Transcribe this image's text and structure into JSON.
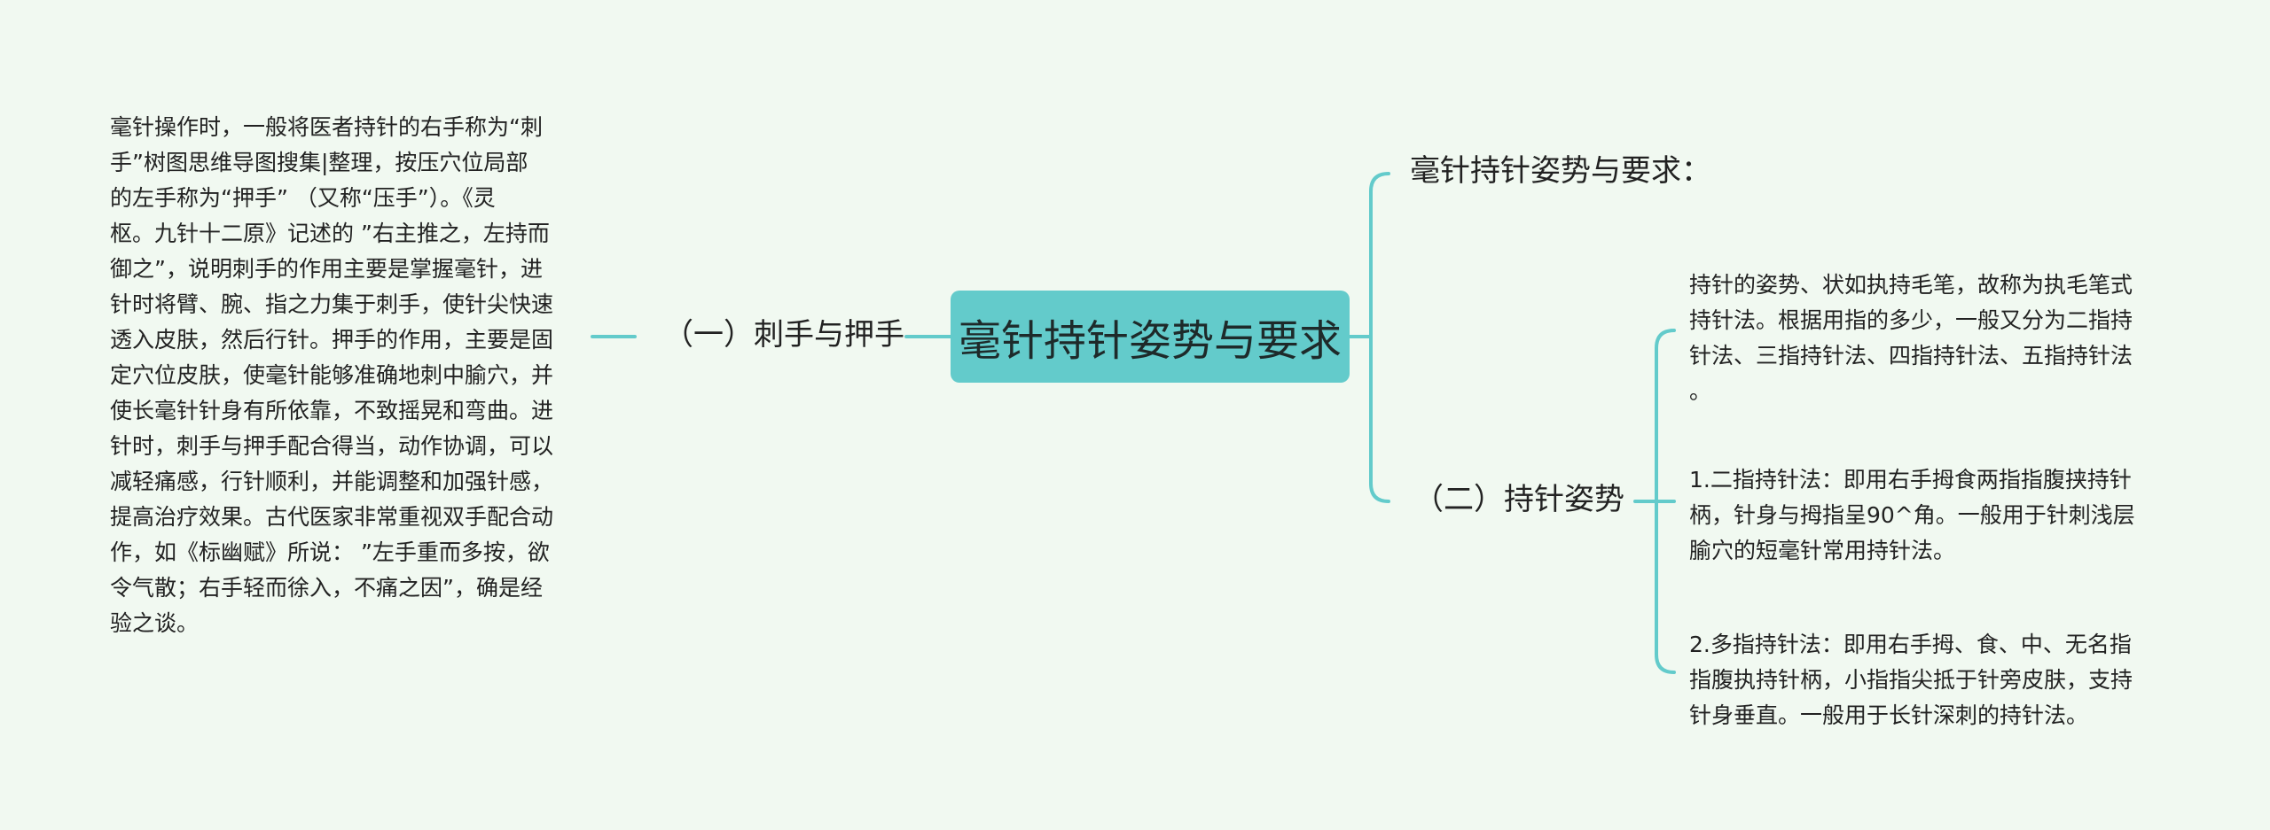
{
  "colors": {
    "background": "#f1f9f1",
    "root_fill": "#63cbcb",
    "connector": "#63cbcb",
    "text": "#222222"
  },
  "mindmap": {
    "root": {
      "label": "毫针持针姿势与要求"
    },
    "left_branch": {
      "label": "（一）刺手与押手",
      "leaf": "毫针操作时，一般将医者持针的右手称为“刺\n手”树图思维导图搜集|整理，按压穴位局部\n的左手称为“押手” （又称“压手”）。《灵\n枢。九针十二原》记述的 ”右主推之，左持而\n御之”，说明刺手的作用主要是掌握毫针，进\n针时将臂、腕、指之力集于刺手，使针尖快速\n透入皮肤，然后行针。押手的作用，主要是固\n定穴位皮肤，使毫针能够准确地刺中腧穴，并\n使长毫针针身有所依靠，不致摇晃和弯曲。进\n针时，刺手与押手配合得当，动作协调，可以\n减轻痛感，行针顺利，并能调整和加强针感，\n提高治疗效果。古代医家非常重视双手配合动\n作，如《标幽赋》所说： ”左手重而多按，欲\n令气散；右手轻而徐入，不痛之因”，确是经\n验之谈。"
    },
    "right_branches": {
      "top": {
        "label": "毫针持针姿势与要求："
      },
      "bottom": {
        "label": "（二）持针姿势",
        "leaves": [
          "持针的姿势、状如执持毛笔，故称为执毛笔式\n持针法。根据用指的多少，一般又分为二指持\n针法、三指持针法、四指持针法、五指持针法\n。",
          "1.二指持针法：即用右手拇食两指指腹挟持针\n柄，针身与拇指呈90^角。一般用于针刺浅层\n腧穴的短毫针常用持针法。",
          "2.多指持针法：即用右手拇、食、中、无名指\n指腹执持针柄，小指指尖抵于针旁皮肤，支持\n针身垂直。一般用于长针深刺的持针法。"
        ]
      }
    }
  }
}
